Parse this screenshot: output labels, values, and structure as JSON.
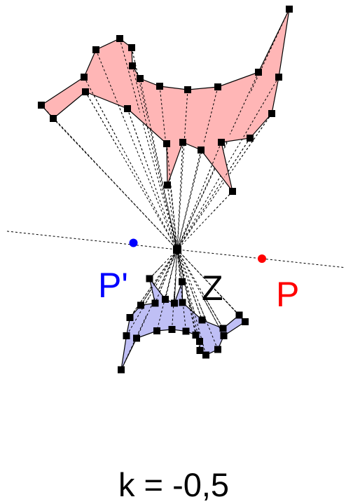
{
  "labels": {
    "point_original": "P",
    "point_image": "P'",
    "center": "Z",
    "scale_factor": "k = -0,5"
  },
  "colors": {
    "original_fill": "#ffb6b6",
    "image_fill": "#bfbff5",
    "point_original": "#ff0000",
    "point_image": "#0000ff",
    "vertex": "#000000",
    "line": "#000000"
  },
  "transformation": {
    "type": "central dilation",
    "k": -0.5
  }
}
